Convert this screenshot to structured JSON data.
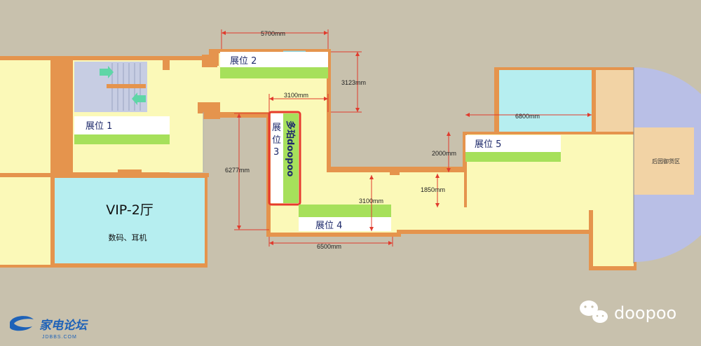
{
  "booths": {
    "b1": "展位 1",
    "b2": "展位 2",
    "b3_line1": "展",
    "b3_line2": "位",
    "b3_line3": "3",
    "b3_brand": "多珀doopoo",
    "b4": "展位 4",
    "b5": "展位 5"
  },
  "rooms": {
    "vip_title": "VIP-2厅",
    "vip_sub": "数码、耳机",
    "back_garden": "后园御货区"
  },
  "dimensions": {
    "d_5700": "5700mm",
    "d_3123": "3123mm",
    "d_3100_top": "3100mm",
    "d_6277": "6277mm",
    "d_3100_bottom": "3100mm",
    "d_6500": "6500mm",
    "d_1850": "1850mm",
    "d_2000": "2000mm",
    "d_6800": "6800mm"
  },
  "branding": {
    "forum_cn": "家电论坛",
    "forum_url": "JDBBS.COM",
    "wechat_name": "doopoo"
  },
  "colors": {
    "floor": "#fbf9b8",
    "wall": "#e5944d",
    "booth_green": "#a6e05b",
    "vip_room": "#b6eef0",
    "highlight": "#e63a2e",
    "dimension": "#e03b2d",
    "background": "#c8c1ad"
  }
}
